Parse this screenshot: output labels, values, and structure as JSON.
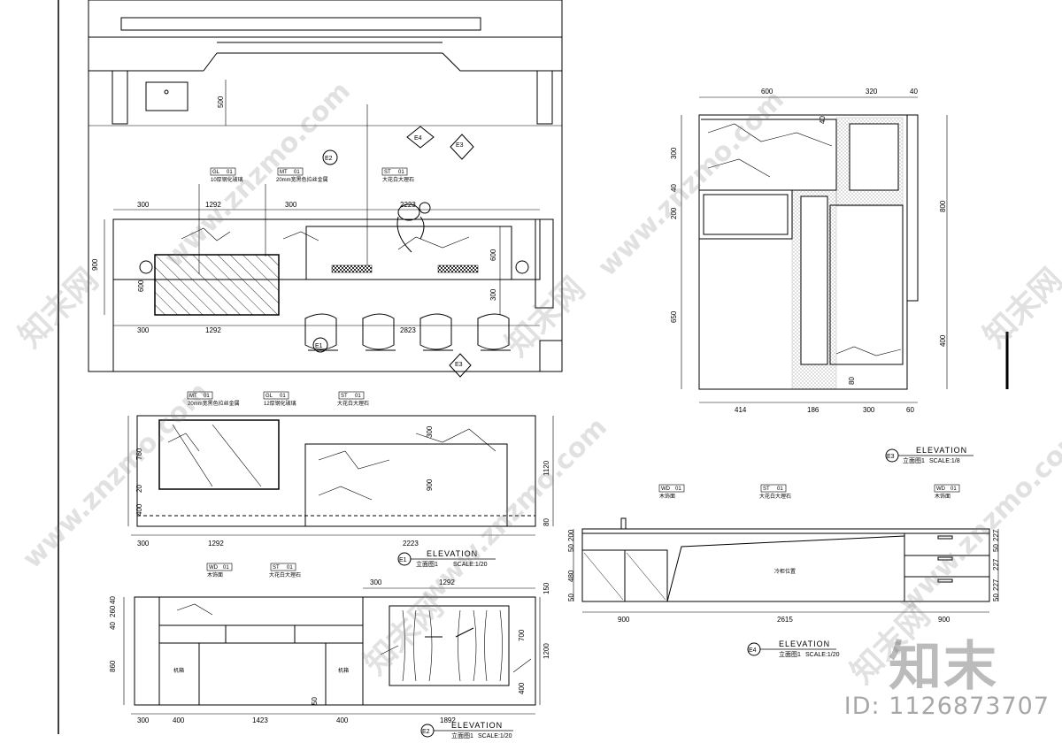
{
  "plan": {
    "dims_top": [
      "300",
      "1292",
      "300",
      "2223"
    ],
    "dims_bottom": [
      "300",
      "1292",
      "2823"
    ],
    "dims_left": [
      "900",
      "600"
    ],
    "dim_500": "500",
    "dims_right": [
      "600",
      "300"
    ],
    "tags": [
      {
        "code": "GL",
        "num": "01",
        "note": "10厚钢化玻璃"
      },
      {
        "code": "MT",
        "num": "01",
        "note": "20mm宽黑色拉丝金属"
      },
      {
        "code": "ST",
        "num": "01",
        "note": "大花白大理石"
      }
    ],
    "markers": [
      "E1",
      "E2",
      "E3",
      "E3",
      "E4"
    ]
  },
  "section": {
    "dims_top": [
      "600",
      "320",
      "40"
    ],
    "dims_left": [
      "300",
      "40",
      "200",
      "650"
    ],
    "dims_right": [
      "800",
      "400"
    ],
    "dim_inner": [
      "40",
      "80"
    ],
    "dims_bottom": [
      "414",
      "186",
      "300",
      "60"
    ]
  },
  "e1": {
    "tags": [
      {
        "code": "MT",
        "num": "01",
        "note": "20mm宽黑色拉丝金属"
      },
      {
        "code": "GL",
        "num": "01",
        "note": "12厚钢化玻璃"
      },
      {
        "code": "ST",
        "num": "01",
        "note": "大花白大理石"
      }
    ],
    "dims_left": [
      "760",
      "20",
      "400"
    ],
    "dims_right": [
      "300",
      "900",
      "1120",
      "80"
    ],
    "dims_bottom": [
      "300",
      "1292",
      "2223"
    ],
    "marker": "E1",
    "title": "ELEVATION",
    "subtitle": "立面图1",
    "scale": "SCALE:1/20"
  },
  "e2": {
    "tags": [
      {
        "code": "WD",
        "num": "01",
        "note": "木饰面"
      },
      {
        "code": "ST",
        "num": "01",
        "note": "大花白大理石"
      }
    ],
    "dims_left": [
      "40",
      "260",
      "40",
      "860"
    ],
    "dims_top": [
      "300",
      "1292"
    ],
    "dims_right": [
      "150",
      "700",
      "1200",
      "400"
    ],
    "dims_bottom": [
      "300",
      "400",
      "1423",
      "400",
      "1892"
    ],
    "dim_50": "50",
    "label_left": "机箱",
    "label_right": "机箱",
    "marker": "E2",
    "title": "ELEVATION",
    "subtitle": "立面图1",
    "scale": "SCALE:1/20"
  },
  "e3": {
    "marker": "E3",
    "title": "ELEVATION",
    "subtitle": "立面图1",
    "scale": "SCALE:1/8"
  },
  "e4": {
    "tags": [
      {
        "code": "WD",
        "num": "01",
        "note": "木饰面"
      },
      {
        "code": "ST",
        "num": "01",
        "note": "大花白大理石"
      },
      {
        "code": "WD",
        "num": "01",
        "note": "木饰面"
      }
    ],
    "dims_left": [
      "200",
      "50",
      "480",
      "50"
    ],
    "dims_right": [
      "227",
      "50",
      "227",
      "227",
      "50"
    ],
    "dims_bottom": [
      "900",
      "2615",
      "900"
    ],
    "label_center": "冷柜位置",
    "marker": "E4",
    "title": "ELEVATION",
    "subtitle": "立面图1",
    "scale": "SCALE:1/20"
  },
  "watermarks": [
    "www.znzmo.com",
    "知末网"
  ],
  "brand": "知末",
  "id_label": "ID: 1126873707"
}
